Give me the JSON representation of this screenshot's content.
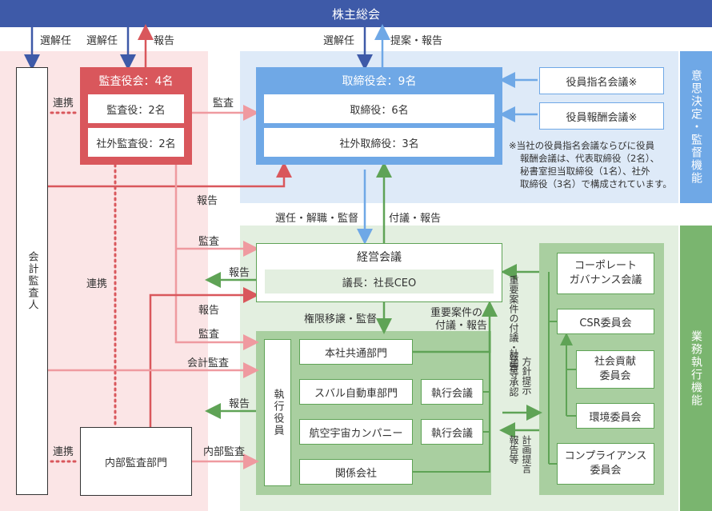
{
  "shareholders": {
    "label": "株主総会"
  },
  "arrows_top": {
    "elect1": "選解任",
    "elect2": "選解任",
    "report1": "報告",
    "elect3": "選解任",
    "propose": "提案・報告"
  },
  "auditor": {
    "label": "会計監査人"
  },
  "audit_board": {
    "title": "監査役会：4名",
    "member1": "監査役：2名",
    "member2": "社外監査役：2名"
  },
  "board": {
    "title": "取締役会：9名",
    "member1": "取締役：6名",
    "member2": "社外取締役：3名"
  },
  "nomination": {
    "label": "役員指名会議※"
  },
  "compensation": {
    "label": "役員報酬会議※"
  },
  "footnote": {
    "line1": "※当社の役員指名会議ならびに役員",
    "line2": "報酬会議は、代表取締役（2名）、",
    "line3": "秘書室担当取締役（1名）、社外",
    "line4": "取締役（3名）で構成されています。"
  },
  "side_labels": {
    "decision": "意思決定・監督機能",
    "execution": "業務執行機能"
  },
  "links": {
    "renkei1": "連携",
    "renkei2": "連携",
    "renkei3": "連携",
    "kansa1": "監査",
    "kansa2": "監査",
    "kansa3": "監査",
    "houkoku1": "報告",
    "houkoku2": "報告",
    "houkoku3": "報告",
    "houkoku4": "報告",
    "select_supervise": "選任・解職・監督",
    "refer_report": "付議・報告",
    "delegate": "権限移譲・監督",
    "important": "重要案件の",
    "important2": "付議・報告",
    "accounting_audit": "会計監査",
    "internal_audit": "内部監査",
    "right_important": "重要案件の付議・報告",
    "right_plan": "計画等承認",
    "right_policy": "方針提示",
    "right_report": "報告等",
    "right_plan_submit": "計画提言"
  },
  "management": {
    "title": "経営会議",
    "chair": "議長：社長CEO"
  },
  "executive": {
    "label": "執行役員"
  },
  "divisions": {
    "hq": "本社共通部門",
    "subaru": "スバル自動車部門",
    "exec1": "執行会議",
    "aero": "航空宇宙カンパニー",
    "exec2": "執行会議",
    "affiliates": "関係会社"
  },
  "internal_audit_dept": {
    "label": "内部監査部門"
  },
  "committees": {
    "governance1": "コーポレート",
    "governance2": "ガバナンス会議",
    "csr": "CSR委員会",
    "social1": "社会貢献",
    "social2": "委員会",
    "environment": "環境委員会",
    "compliance1": "コンプライアンス",
    "compliance2": "委員会"
  },
  "colors": {
    "navy": "#3e5aa8",
    "red": "#d9575c",
    "pink_bg": "#fbe5e6",
    "blue_bg": "#deeaf8",
    "blue_box": "#6fa8e6",
    "green_bg": "#e3efe0",
    "green_mid": "#a9cfa0",
    "green_side": "#7ab56f"
  }
}
